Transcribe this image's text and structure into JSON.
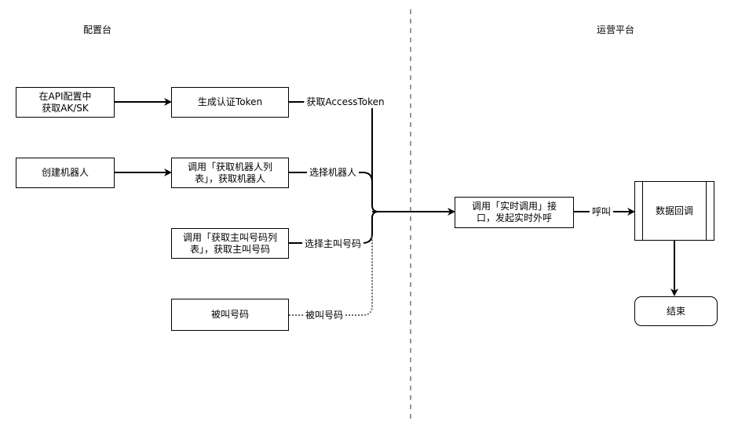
{
  "lanes": {
    "left_title": "配置台",
    "right_title": "运营平台"
  },
  "nodes": {
    "api_config": {
      "lines": [
        "在API配置中",
        "获取AK/SK"
      ]
    },
    "create_robot": {
      "lines": [
        "创建机器人"
      ]
    },
    "gen_token": {
      "lines": [
        "生成认证Token"
      ]
    },
    "get_robot_list": {
      "lines": [
        "调用「获取机器人列",
        "表」，获取机器人"
      ]
    },
    "get_caller_list": {
      "lines": [
        "调用「获取主叫号码列",
        "表」，获取主叫号码"
      ]
    },
    "callee_number": {
      "lines": [
        "被叫号码"
      ]
    },
    "realtime_call": {
      "lines": [
        "调用「实时调用」接",
        "口，发起实时外呼"
      ]
    },
    "data_callback": {
      "lines": [
        "数据回调"
      ]
    },
    "end": {
      "lines": [
        "结束"
      ]
    }
  },
  "edge_labels": {
    "access_token": "获取AccessToken",
    "select_robot": "选择机器人",
    "select_caller": "选择主叫号码",
    "callee": "被叫号码",
    "call": "呼叫"
  },
  "colors": {
    "stroke": "#000000",
    "dotted_stroke": "#666666",
    "divider": "#555555",
    "background": "#ffffff"
  }
}
